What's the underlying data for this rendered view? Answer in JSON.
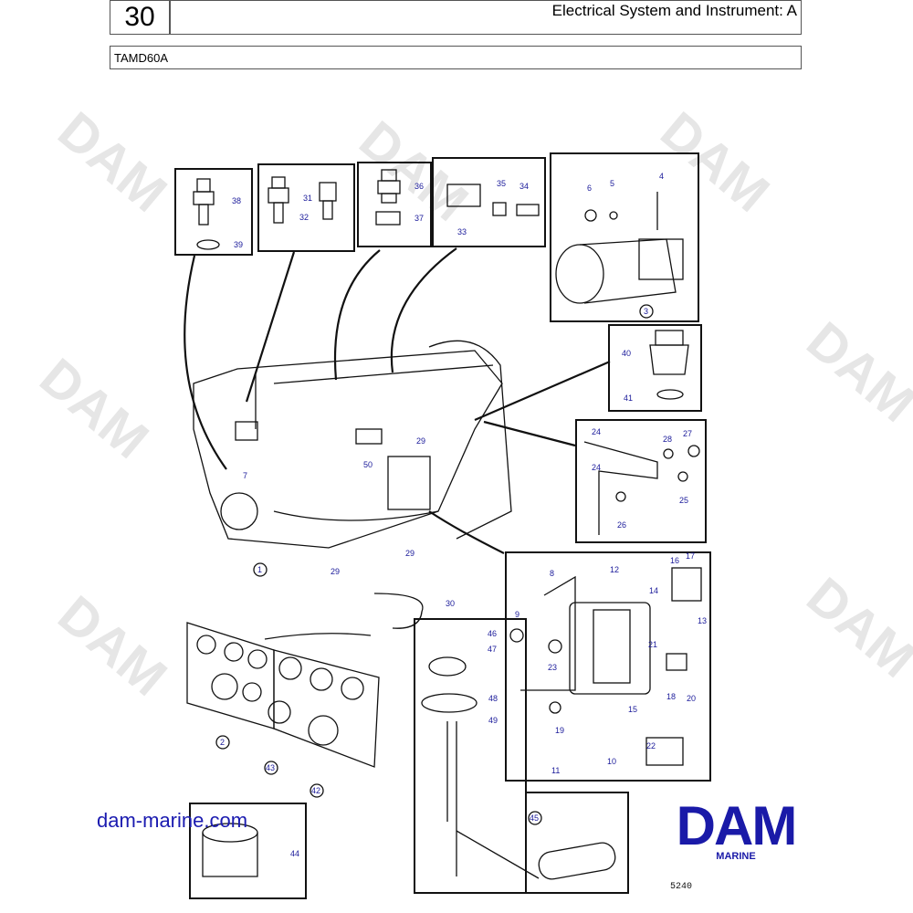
{
  "header": {
    "page_number": "30",
    "title": "Electrical System and Instrument: A",
    "model": "TAMD60A"
  },
  "watermark": {
    "text": "DAM"
  },
  "footer": {
    "website": "dam-marine.com",
    "logo_text": "DAM",
    "logo_subtext": "MARINE",
    "figure_number": "5240"
  },
  "colors": {
    "part_number": "#1a1a9a",
    "brand": "#1a1aa8",
    "line": "#111111"
  },
  "part_numbers": {
    "p1": "1",
    "p2": "2",
    "p3": "3",
    "p4": "4",
    "p5": "5",
    "p6": "6",
    "p7": "7",
    "p8": "8",
    "p9": "9",
    "p10": "10",
    "p11": "11",
    "p12": "12",
    "p13": "13",
    "p14": "14",
    "p15": "15",
    "p16": "16",
    "p17": "17",
    "p18": "18",
    "p19": "19",
    "p20": "20",
    "p21": "21",
    "p22": "22",
    "p23": "23",
    "p24a": "24",
    "p24b": "24",
    "p25": "25",
    "p26": "26",
    "p27": "27",
    "p28": "28",
    "p29a": "29",
    "p29b": "29",
    "p29c": "29",
    "p30": "30",
    "p31": "31",
    "p32": "32",
    "p33": "33",
    "p34": "34",
    "p35": "35",
    "p36": "36",
    "p37": "37",
    "p38": "38",
    "p39": "39",
    "p40": "40",
    "p41": "41",
    "p42": "42",
    "p43": "43",
    "p44": "44",
    "p45": "45",
    "p46": "46",
    "p47": "47",
    "p48": "48",
    "p49": "49",
    "p50": "50"
  }
}
